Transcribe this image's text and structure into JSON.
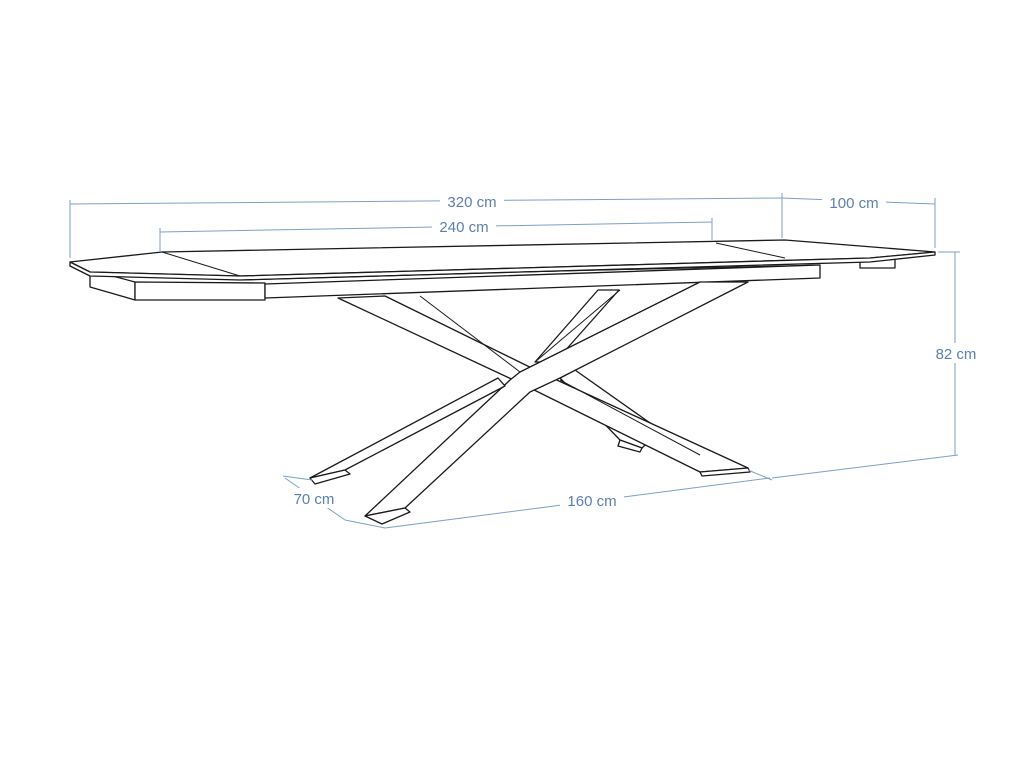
{
  "dimensions": {
    "extended_length": "320 cm",
    "closed_length": "240 cm",
    "depth": "100 cm",
    "height": "82 cm",
    "base_length": "160 cm",
    "base_depth": "70 cm"
  },
  "colors": {
    "dimension": "#7d9fc7",
    "dimension_text": "#5b7fb0",
    "outline": "#1a1a1a"
  }
}
